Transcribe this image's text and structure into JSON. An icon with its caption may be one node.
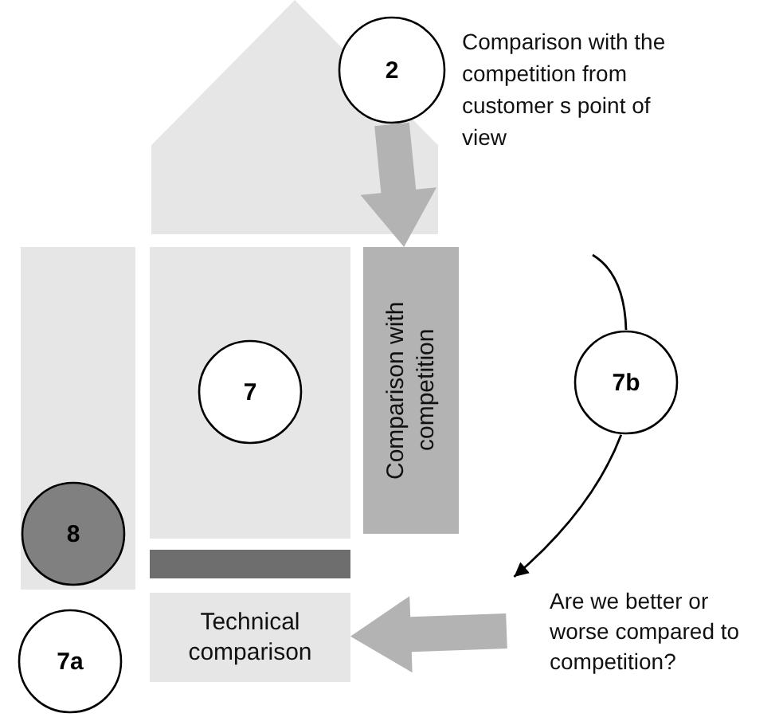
{
  "diagram": {
    "nodes": [
      {
        "text": [
          "2"
        ],
        "beside": [
          "Comparison with the competition from customer s point of view"
        ]
      },
      {
        "text": [],
        "shape": "pentagon"
      },
      {
        "text": [],
        "shape": "box"
      },
      {
        "text": [],
        "shape": "box"
      },
      {
        "text": [
          "7"
        ],
        "in": 3
      },
      {
        "text": [
          "Comparison with competition"
        ]
      },
      {
        "text": [
          "7b"
        ]
      },
      {
        "text": [
          "8"
        ],
        "in": 2
      },
      {
        "text": [],
        "shape": "bar"
      },
      {
        "text": [
          "Technical comparison"
        ]
      },
      {
        "text": [
          "7a"
        ]
      },
      {
        "text": [
          "Are we better or worse compared to competition?"
        ]
      }
    ],
    "edges": [
      {
        "from": 0,
        "to": 5,
        "arrow": "to",
        "style": "thick",
        "color": "#b3b3b3"
      },
      {
        "from": null,
        "to": 6,
        "arrow": "none"
      },
      {
        "from": 6,
        "to": 11,
        "arrow": "to"
      },
      {
        "from": 11,
        "to": 9,
        "arrow": "to",
        "style": "thick",
        "color": "#b3b3b3"
      }
    ]
  }
}
